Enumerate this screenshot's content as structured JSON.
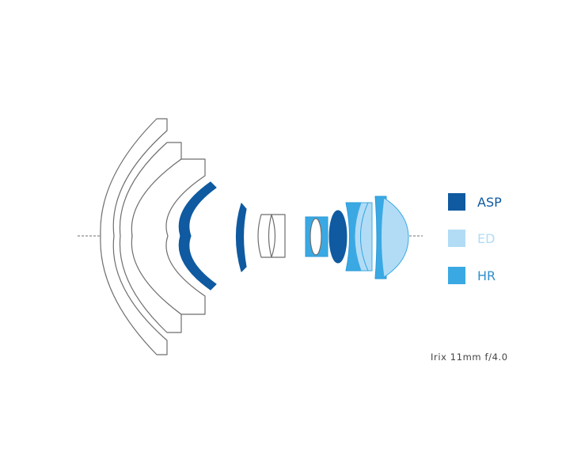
{
  "colors": {
    "outline": "#6e6e6e",
    "asp": "#0f5aa0",
    "ed": "#b2dcf6",
    "hr": "#3aa9e3",
    "hr_stroke": "#2b9ad8",
    "ed_stroke": "#3aa9e3"
  },
  "legend": [
    {
      "label": "ASP",
      "color": "#0f5aa0",
      "text_color": "#0f5aa0"
    },
    {
      "label": "ED",
      "color": "#b2dcf6",
      "text_color": "#b2dcf6"
    },
    {
      "label": "HR",
      "color": "#3aa9e3",
      "text_color": "#2f8fcf"
    }
  ],
  "caption": "Irix 11mm f/4.0"
}
